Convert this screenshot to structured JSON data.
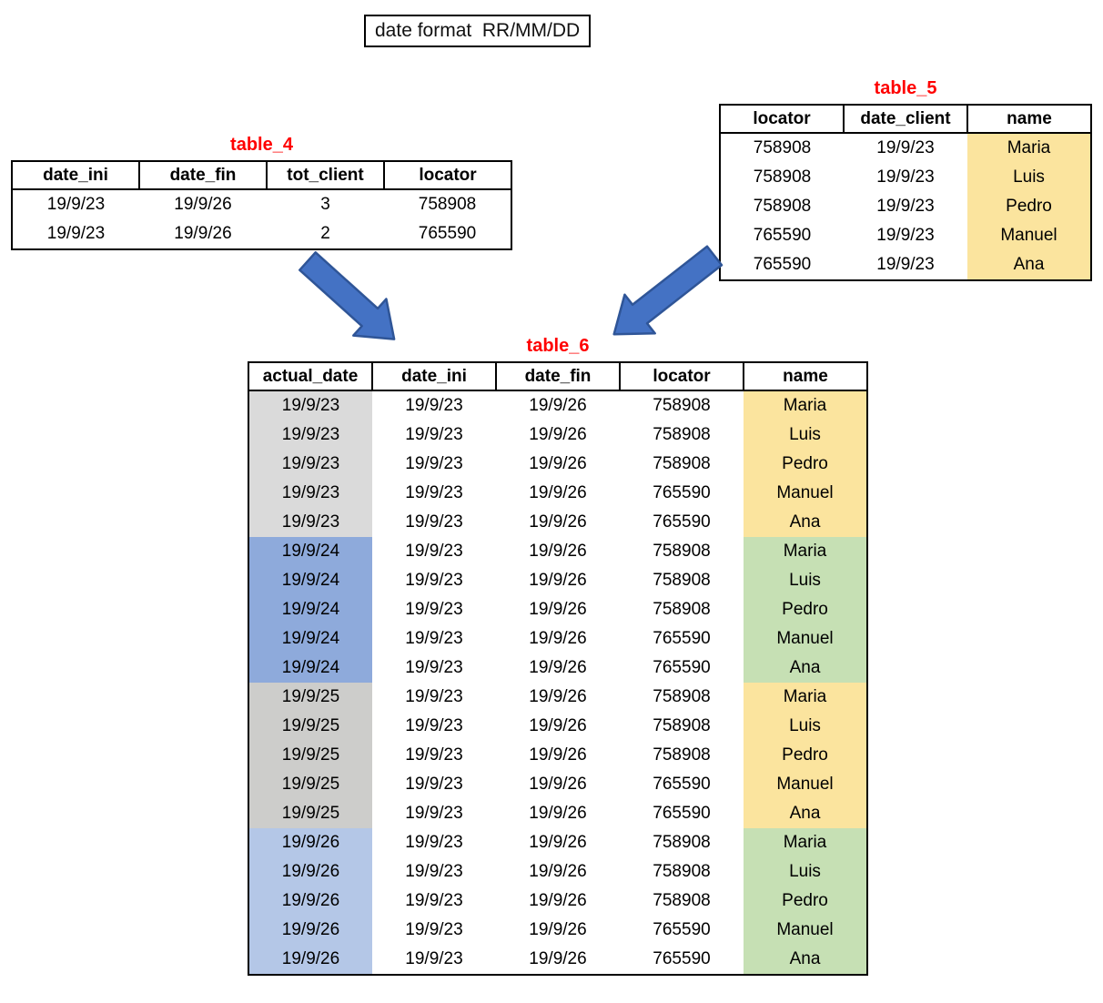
{
  "note": {
    "text": "date format  RR/MM/DD"
  },
  "colors": {
    "title_red": "#FF0000",
    "yellow_highlight": "#FBE49E",
    "green_highlight": "#C6E0B4",
    "gray_light": "#DADADA",
    "blue_medium": "#8EAADB",
    "gray_medium": "#CDCDCB",
    "blue_light": "#B4C7E7",
    "arrow_fill": "#4472C4",
    "arrow_stroke": "#2F5597",
    "border_black": "#000000"
  },
  "table4": {
    "title": "table_4",
    "headers": [
      "date_ini",
      "date_fin",
      "tot_client",
      "locator"
    ],
    "rows": [
      [
        "19/9/23",
        "19/9/26",
        "3",
        "758908"
      ],
      [
        "19/9/23",
        "19/9/26",
        "2",
        "765590"
      ]
    ]
  },
  "table5": {
    "title": "table_5",
    "headers": [
      "locator",
      "date_client",
      "name"
    ],
    "rows": [
      [
        "758908",
        "19/9/23",
        "Maria"
      ],
      [
        "758908",
        "19/9/23",
        "Luis"
      ],
      [
        "758908",
        "19/9/23",
        "Pedro"
      ],
      [
        "765590",
        "19/9/23",
        "Manuel"
      ],
      [
        "765590",
        "19/9/23",
        "Ana"
      ]
    ]
  },
  "table6": {
    "title": "table_6",
    "headers": [
      "actual_date",
      "date_ini",
      "date_fin",
      "locator",
      "name"
    ],
    "row_groups": [
      {
        "actual_date": "19/9/23",
        "actual_date_bg": "#DADADA",
        "name_bg": "#FBE49E"
      },
      {
        "actual_date": "19/9/24",
        "actual_date_bg": "#8EAADB",
        "name_bg": "#C6E0B4"
      },
      {
        "actual_date": "19/9/25",
        "actual_date_bg": "#CDCDCB",
        "name_bg": "#FBE49E"
      },
      {
        "actual_date": "19/9/26",
        "actual_date_bg": "#B4C7E7",
        "name_bg": "#C6E0B4"
      }
    ],
    "rows": [
      {
        "group": 0,
        "cells": [
          "19/9/23",
          "19/9/23",
          "19/9/26",
          "758908",
          "Maria"
        ]
      },
      {
        "group": 0,
        "cells": [
          "19/9/23",
          "19/9/23",
          "19/9/26",
          "758908",
          "Luis"
        ]
      },
      {
        "group": 0,
        "cells": [
          "19/9/23",
          "19/9/23",
          "19/9/26",
          "758908",
          "Pedro"
        ]
      },
      {
        "group": 0,
        "cells": [
          "19/9/23",
          "19/9/23",
          "19/9/26",
          "765590",
          "Manuel"
        ]
      },
      {
        "group": 0,
        "cells": [
          "19/9/23",
          "19/9/23",
          "19/9/26",
          "765590",
          "Ana"
        ]
      },
      {
        "group": 1,
        "cells": [
          "19/9/24",
          "19/9/23",
          "19/9/26",
          "758908",
          "Maria"
        ]
      },
      {
        "group": 1,
        "cells": [
          "19/9/24",
          "19/9/23",
          "19/9/26",
          "758908",
          "Luis"
        ]
      },
      {
        "group": 1,
        "cells": [
          "19/9/24",
          "19/9/23",
          "19/9/26",
          "758908",
          "Pedro"
        ]
      },
      {
        "group": 1,
        "cells": [
          "19/9/24",
          "19/9/23",
          "19/9/26",
          "765590",
          "Manuel"
        ]
      },
      {
        "group": 1,
        "cells": [
          "19/9/24",
          "19/9/23",
          "19/9/26",
          "765590",
          "Ana"
        ]
      },
      {
        "group": 2,
        "cells": [
          "19/9/25",
          "19/9/23",
          "19/9/26",
          "758908",
          "Maria"
        ]
      },
      {
        "group": 2,
        "cells": [
          "19/9/25",
          "19/9/23",
          "19/9/26",
          "758908",
          "Luis"
        ]
      },
      {
        "group": 2,
        "cells": [
          "19/9/25",
          "19/9/23",
          "19/9/26",
          "758908",
          "Pedro"
        ]
      },
      {
        "group": 2,
        "cells": [
          "19/9/25",
          "19/9/23",
          "19/9/26",
          "765590",
          "Manuel"
        ]
      },
      {
        "group": 2,
        "cells": [
          "19/9/25",
          "19/9/23",
          "19/9/26",
          "765590",
          "Ana"
        ]
      },
      {
        "group": 3,
        "cells": [
          "19/9/26",
          "19/9/23",
          "19/9/26",
          "758908",
          "Maria"
        ]
      },
      {
        "group": 3,
        "cells": [
          "19/9/26",
          "19/9/23",
          "19/9/26",
          "758908",
          "Luis"
        ]
      },
      {
        "group": 3,
        "cells": [
          "19/9/26",
          "19/9/23",
          "19/9/26",
          "758908",
          "Pedro"
        ]
      },
      {
        "group": 3,
        "cells": [
          "19/9/26",
          "19/9/23",
          "19/9/26",
          "765590",
          "Manuel"
        ]
      },
      {
        "group": 3,
        "cells": [
          "19/9/26",
          "19/9/23",
          "19/9/26",
          "765590",
          "Ana"
        ]
      }
    ]
  }
}
